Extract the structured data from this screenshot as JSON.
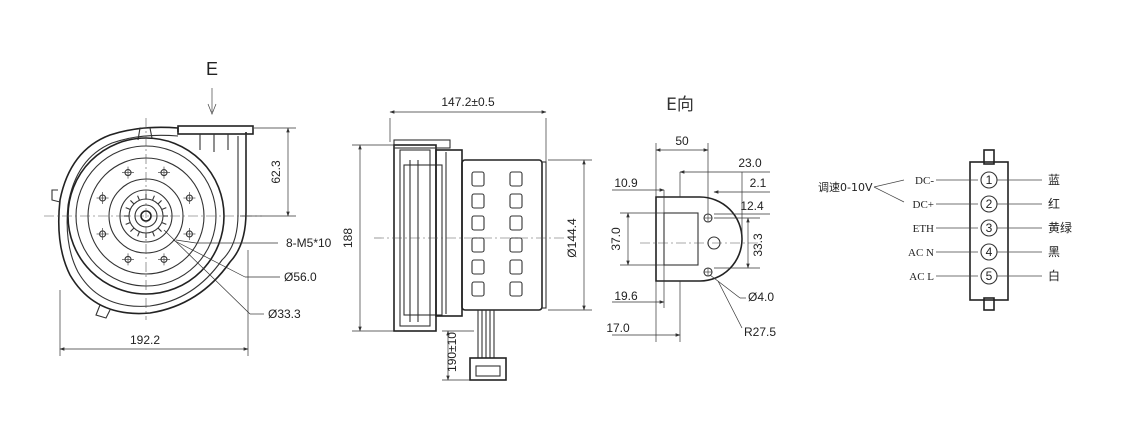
{
  "side_view": {
    "view_letter": "E",
    "dims": {
      "width": "192.2",
      "height": "62.3",
      "screws": "8-M5*10",
      "d56": "Ø56.0",
      "d33": "Ø33.3"
    }
  },
  "front_view": {
    "dims": {
      "length": "147.2±0.5",
      "height": "188",
      "diameter": "Ø144.4",
      "cable": "190±10"
    }
  },
  "outlet_view": {
    "title": "E向",
    "dims": {
      "d50": "50",
      "d23": "23.0",
      "d10_9": "10.9",
      "d2_1": "2.1",
      "d12_4": "12.4",
      "d37": "37.0",
      "d33_3": "33.3",
      "d19_6": "19.6",
      "d4": "Ø4.0",
      "d17": "17.0",
      "r27_5": "R27.5"
    }
  },
  "wiring": {
    "control_label": "调速0-10V",
    "pins": [
      {
        "num": "1",
        "signal": "DC-",
        "color": "蓝"
      },
      {
        "num": "2",
        "signal": "DC+",
        "color": "红"
      },
      {
        "num": "3",
        "signal": "ETH",
        "color": "黄绿"
      },
      {
        "num": "4",
        "signal": "AC N",
        "color": "黑"
      },
      {
        "num": "5",
        "signal": "AC L",
        "color": "白"
      }
    ]
  }
}
